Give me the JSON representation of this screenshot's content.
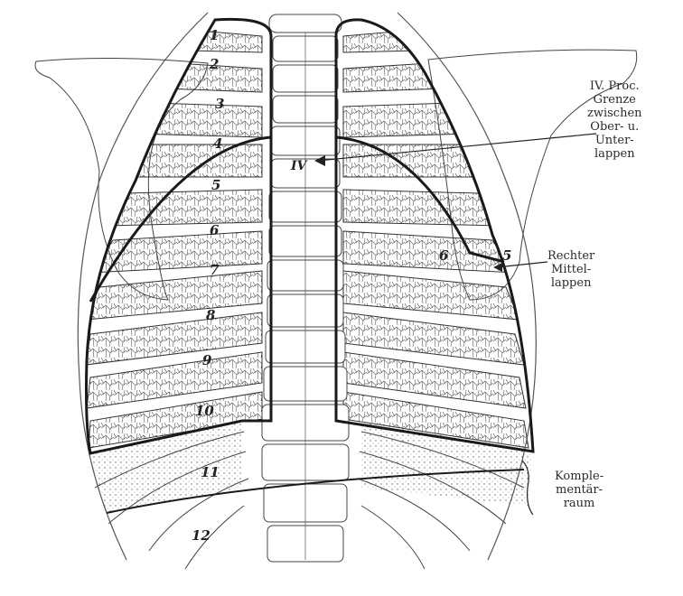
{
  "figure": {
    "right_rib_numbers": [
      "1",
      "2",
      "3",
      "4",
      "5",
      "6",
      "7",
      "8",
      "9",
      "10",
      "11",
      "12"
    ],
    "left_rib_numbers": [
      "6",
      "5"
    ],
    "vertebra_label": "IV",
    "annotations": {
      "upper": [
        "IV. Proc.",
        "Grenze",
        "zwischen",
        "Ober- u.",
        "Unter-",
        "lappen"
      ],
      "middle": [
        "Rechter",
        "Mittel-",
        "lappen"
      ],
      "lower": [
        "Komple-",
        "mentär-",
        "raum"
      ]
    },
    "colors": {
      "ink": "#222222",
      "background": "#ffffff",
      "lung_border": "#1a1a1a"
    }
  }
}
